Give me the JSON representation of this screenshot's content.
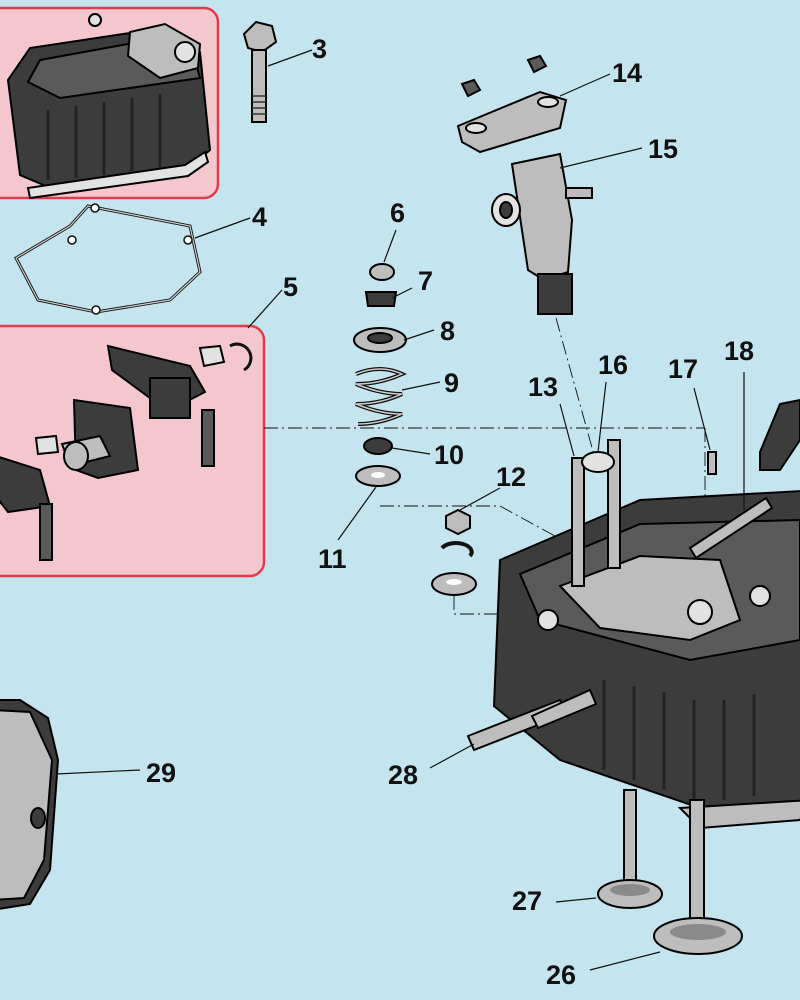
{
  "diagram": {
    "colors": {
      "background": "#c4e4ef",
      "highlight_fill": "#f4c6cd",
      "highlight_border": "#e03c4c",
      "part_dark": "#3c3c3c",
      "part_light": "#bdbdbd"
    },
    "callouts": [
      {
        "id": "3",
        "label": "3"
      },
      {
        "id": "4",
        "label": "4"
      },
      {
        "id": "5",
        "label": "5"
      },
      {
        "id": "6",
        "label": "6"
      },
      {
        "id": "7",
        "label": "7"
      },
      {
        "id": "8",
        "label": "8"
      },
      {
        "id": "9",
        "label": "9"
      },
      {
        "id": "10",
        "label": "10"
      },
      {
        "id": "11",
        "label": "11"
      },
      {
        "id": "12",
        "label": "12"
      },
      {
        "id": "13",
        "label": "13"
      },
      {
        "id": "14",
        "label": "14"
      },
      {
        "id": "15",
        "label": "15"
      },
      {
        "id": "16",
        "label": "16"
      },
      {
        "id": "17",
        "label": "17"
      },
      {
        "id": "18",
        "label": "18"
      },
      {
        "id": "26",
        "label": "26"
      },
      {
        "id": "27",
        "label": "27"
      },
      {
        "id": "28",
        "label": "28"
      },
      {
        "id": "29",
        "label": "29"
      }
    ]
  }
}
